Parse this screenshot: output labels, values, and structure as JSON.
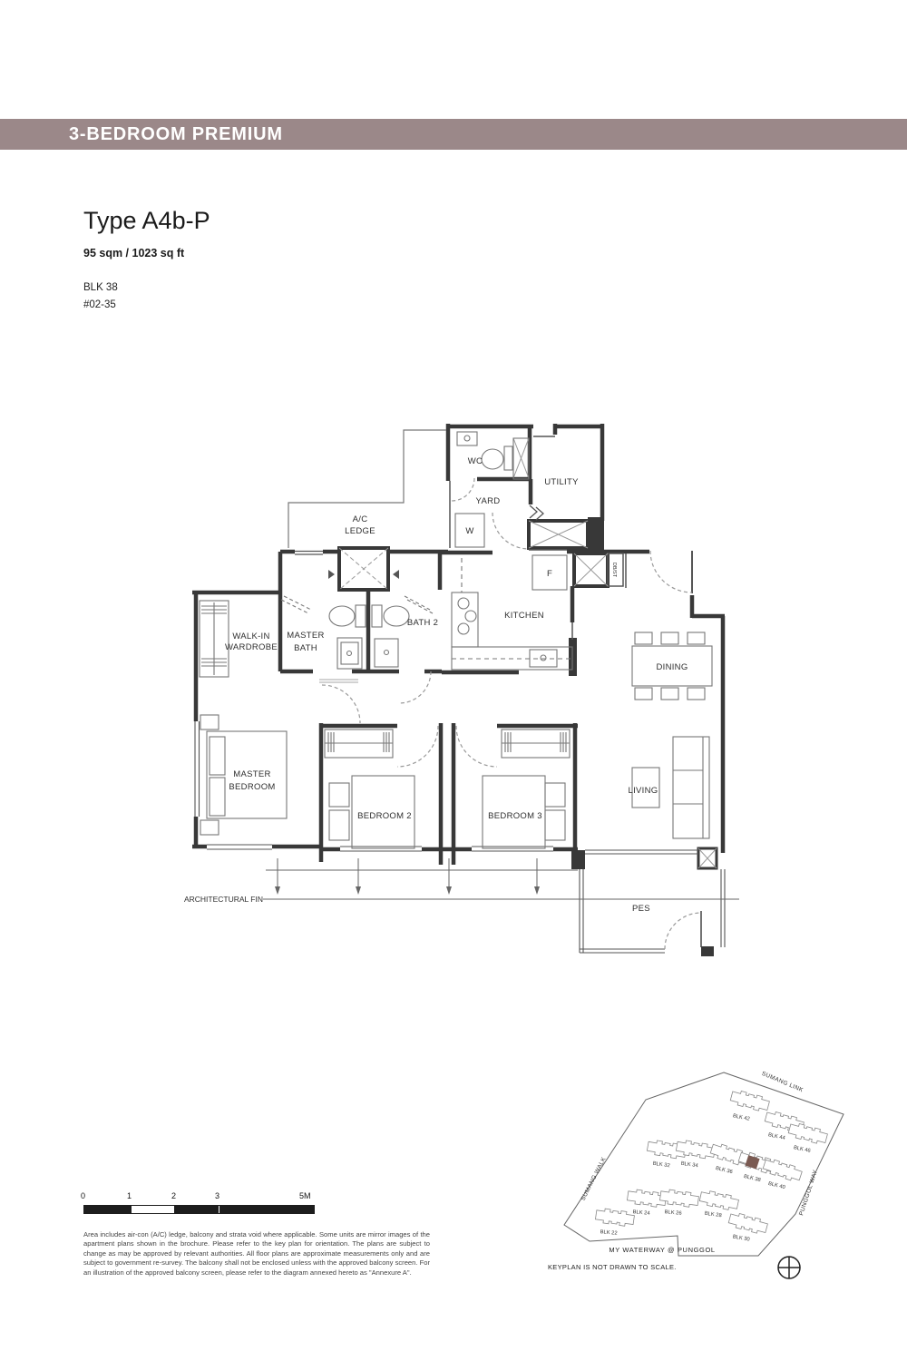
{
  "header": {
    "category": "3-BEDROOM PREMIUM",
    "band_color": "#9b8889"
  },
  "unit": {
    "type_name": "Type A4b-P",
    "area": "95 sqm / 1023 sq ft",
    "block": "BLK 38",
    "unit_no": "#02-35"
  },
  "floorplan": {
    "rooms": {
      "wc": "WC",
      "yard": "YARD",
      "utility": "UTILITY",
      "ac_ledge_line1": "A/C",
      "ac_ledge_line2": "LEDGE",
      "washer": "W",
      "fridge": "F",
      "dbst": "DB/ST",
      "kitchen": "KITCHEN",
      "dining": "DINING",
      "living": "LIVING",
      "pes": "PES",
      "bath2": "BATH 2",
      "master_bath_line1": "MASTER",
      "master_bath_line2": "BATH",
      "walkin_line1": "WALK-IN",
      "walkin_line2": "WARDROBE",
      "master_bedroom_line1": "MASTER",
      "master_bedroom_line2": "BEDROOM",
      "bedroom2": "BEDROOM 2",
      "bedroom3": "BEDROOM 3"
    },
    "annotations": {
      "arch_fin": "ARCHITECTURAL FIN"
    }
  },
  "scalebar": {
    "ticks": [
      "0",
      "1",
      "2",
      "3",
      "5M"
    ]
  },
  "disclaimer": "Area includes air-con (A/C) ledge, balcony and strata void where applicable. Some units are mirror images of the apartment plans shown in the brochure. Please refer to the key plan for orientation. The plans are subject to change as may be approved by relevant authorities. All floor plans are approximate measurements only and are subject to government re-survey. The balcony shall not be enclosed unless with the approved balcony screen. For an illustration of the approved balcony screen, please refer to the diagram annexed hereto as \"Annexure A\".",
  "keyplan": {
    "streets": [
      "SUMANG LINK",
      "SUMANG WALK",
      "PUNGGOL WAY",
      "MY WATERWAY @ PUNGGOL"
    ],
    "blocks": [
      "BLK 42",
      "BLK 44",
      "BLK 46",
      "BLK 32",
      "BLK 34",
      "BLK 36",
      "BLK 38",
      "BLK 40",
      "BLK 24",
      "BLK 26",
      "BLK 28",
      "BLK 30",
      "BLK 22"
    ],
    "note": "KEYPLAN IS NOT DRAWN TO SCALE.",
    "highlight_color": "#7a5a52"
  }
}
